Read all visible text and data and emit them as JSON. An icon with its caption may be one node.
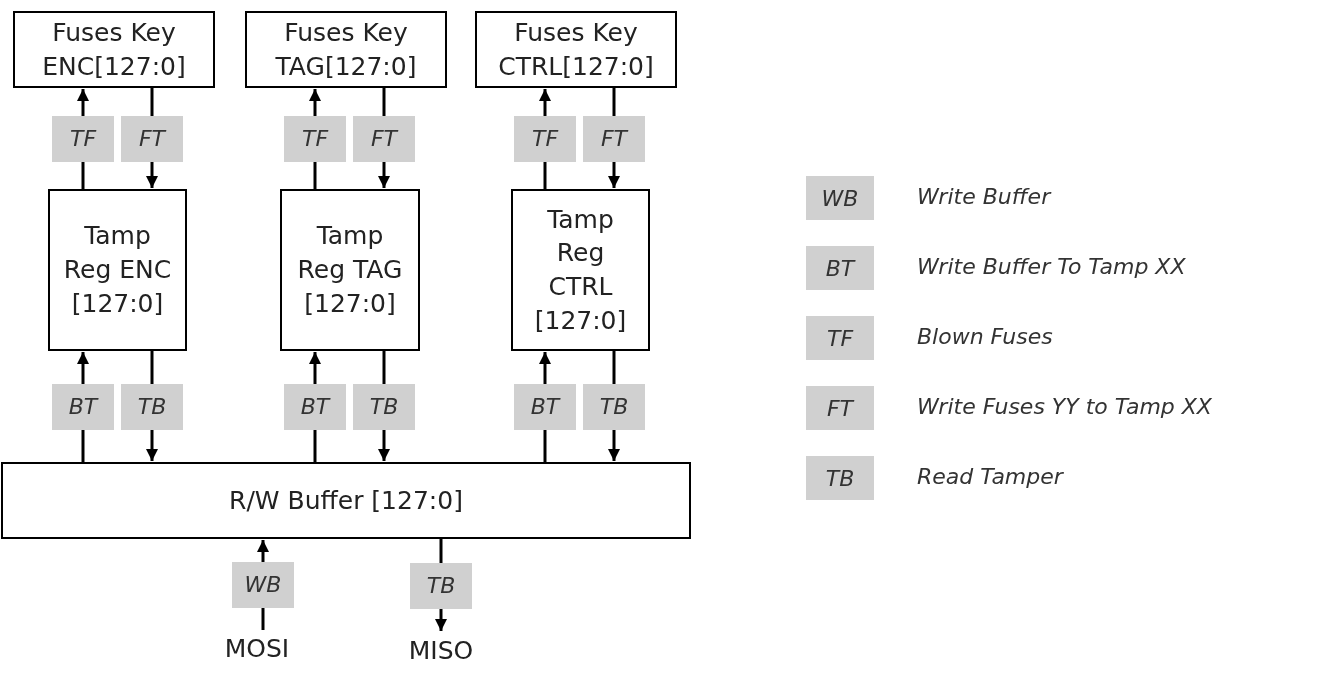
{
  "diagram": {
    "nodes": [
      {
        "text": [
          "Fuses Key ENC[127:0]"
        ]
      },
      {
        "text": [
          "Fuses Key TAG[127:0]"
        ]
      },
      {
        "text": [
          "Fuses Key CTRL[127:0]"
        ]
      },
      {
        "text": [
          "Tamp Reg ENC [127:0]"
        ]
      },
      {
        "text": [
          "Tamp Reg TAG [127:0]"
        ]
      },
      {
        "text": [
          "Tamp Reg CTRL [127:0]"
        ]
      },
      {
        "text": [
          "R/W Buffer [127:0]"
        ]
      },
      {
        "text": [
          "MOSI"
        ]
      },
      {
        "text": [
          "MISO"
        ]
      }
    ],
    "edges": [
      {
        "from": 3,
        "to": 0,
        "arrow": "to",
        "label": "TF"
      },
      {
        "from": 0,
        "to": 3,
        "arrow": "to",
        "label": "FT"
      },
      {
        "from": 4,
        "to": 1,
        "arrow": "to",
        "label": "TF"
      },
      {
        "from": 1,
        "to": 4,
        "arrow": "to",
        "label": "FT"
      },
      {
        "from": 5,
        "to": 2,
        "arrow": "to",
        "label": "TF"
      },
      {
        "from": 2,
        "to": 5,
        "arrow": "to",
        "label": "FT"
      },
      {
        "from": 6,
        "to": 3,
        "arrow": "to",
        "label": "BT"
      },
      {
        "from": 3,
        "to": 6,
        "arrow": "to",
        "label": "TB"
      },
      {
        "from": 6,
        "to": 4,
        "arrow": "to",
        "label": "BT"
      },
      {
        "from": 4,
        "to": 6,
        "arrow": "to",
        "label": "TB"
      },
      {
        "from": 6,
        "to": 5,
        "arrow": "to",
        "label": "BT"
      },
      {
        "from": 5,
        "to": 6,
        "arrow": "to",
        "label": "TB"
      },
      {
        "from": 7,
        "to": 6,
        "arrow": "to",
        "label": "WB"
      },
      {
        "from": 6,
        "to": 8,
        "arrow": "to",
        "label": "TB"
      }
    ],
    "labels": [
      "WB",
      "BT",
      "TF",
      "FT",
      "TB"
    ],
    "legend": [
      {
        "text": "Write Buffer",
        "color": "#d0d0d0"
      },
      {
        "text": "Write Buffer To Tamp XX",
        "color": "#d0d0d0"
      },
      {
        "text": "Blown Fuses",
        "color": "#d0d0d0"
      },
      {
        "text": "Write Fuses YY to Tamp XX",
        "color": "#d0d0d0"
      },
      {
        "text": "Read Tamper",
        "color": "#d0d0d0"
      }
    ]
  }
}
